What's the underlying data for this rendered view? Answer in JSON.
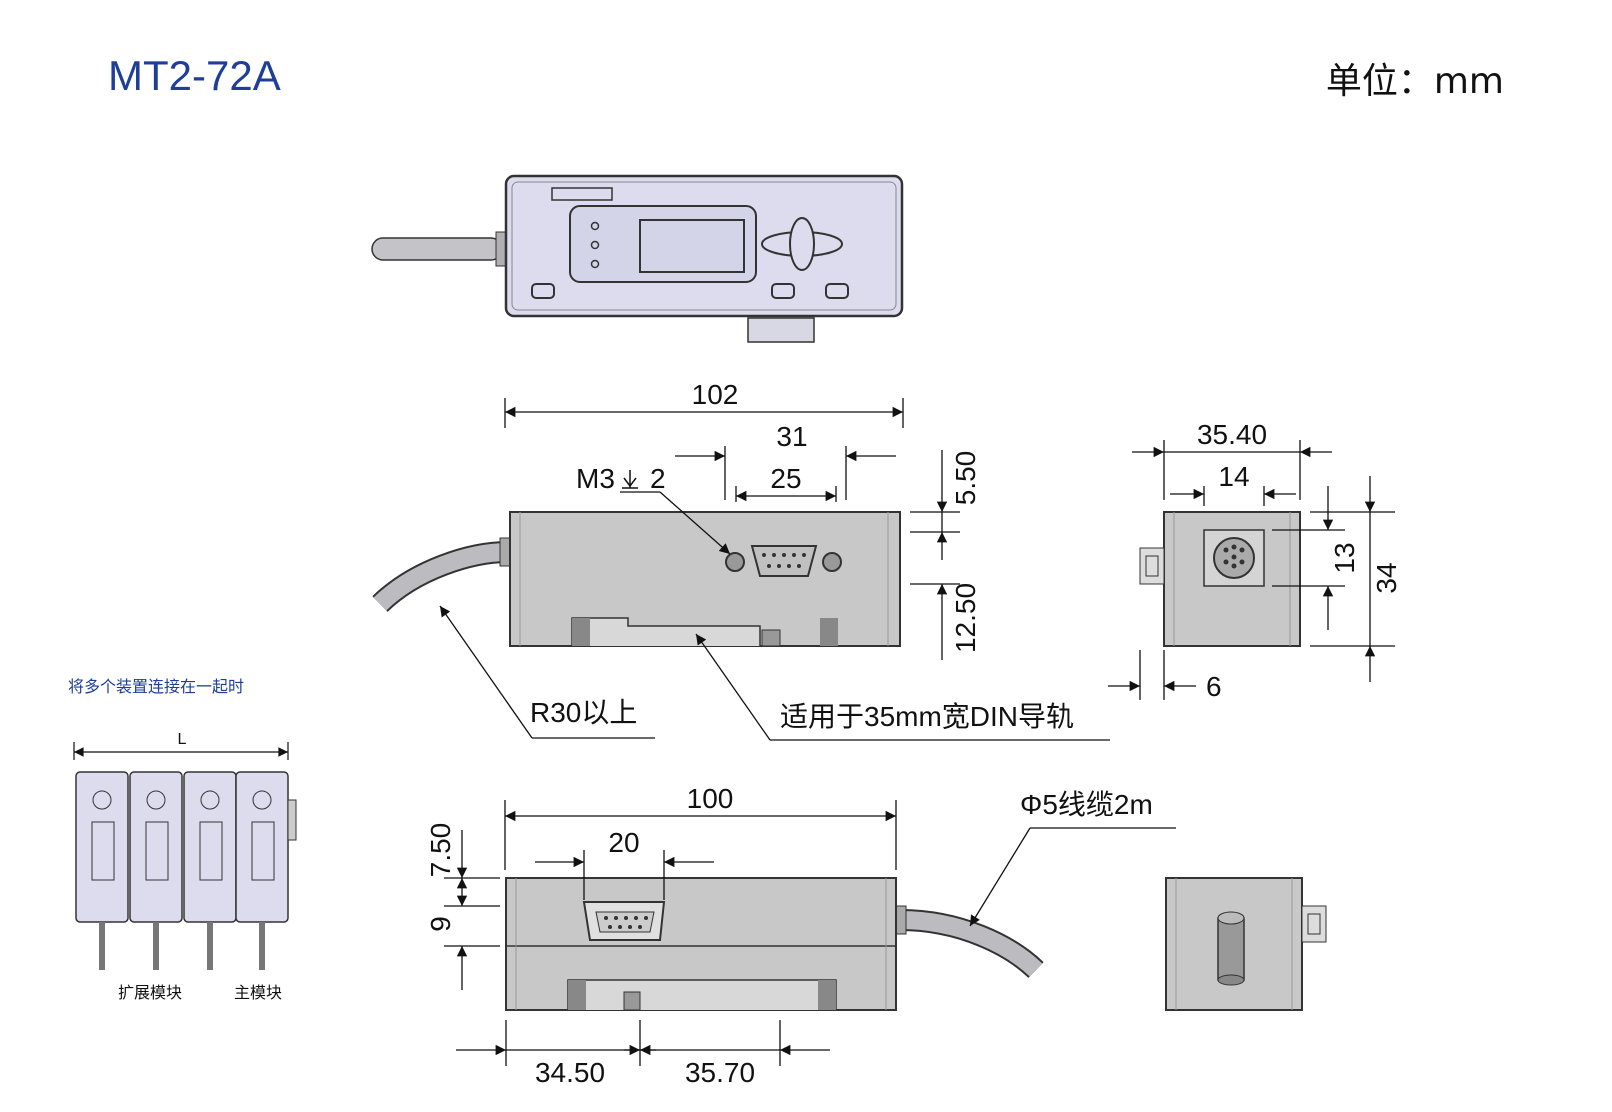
{
  "title": "MT2-72A",
  "unit": "单位：mm",
  "colors": {
    "title": "#1f3e99",
    "panel": "#dcdcf0",
    "body": "#c8c8c8",
    "line": "#222222"
  },
  "top_view": {
    "dims": {
      "width": "102",
      "d31": "31",
      "d25": "25",
      "screw": "M3",
      "screw_depth": "2",
      "h1": "5.50",
      "h2": "12.50"
    },
    "notes": {
      "bend_radius": "R30以上",
      "rail": "适用于35mm宽DIN导轨"
    }
  },
  "side_view": {
    "dims": {
      "width": "35.40",
      "d14": "14",
      "d13": "13",
      "h34": "34",
      "d6": "6"
    }
  },
  "bottom_view": {
    "dims": {
      "width": "100",
      "d20": "20",
      "h1": "7.50",
      "h2": "9",
      "left": "34.50",
      "right": "35.70"
    },
    "notes": {
      "cable": "Φ5线缆2m"
    }
  },
  "multi_unit": {
    "caption": "将多个装置连接在一起时",
    "dim": "L",
    "label_ext": "扩展模块",
    "label_main": "主模块"
  }
}
